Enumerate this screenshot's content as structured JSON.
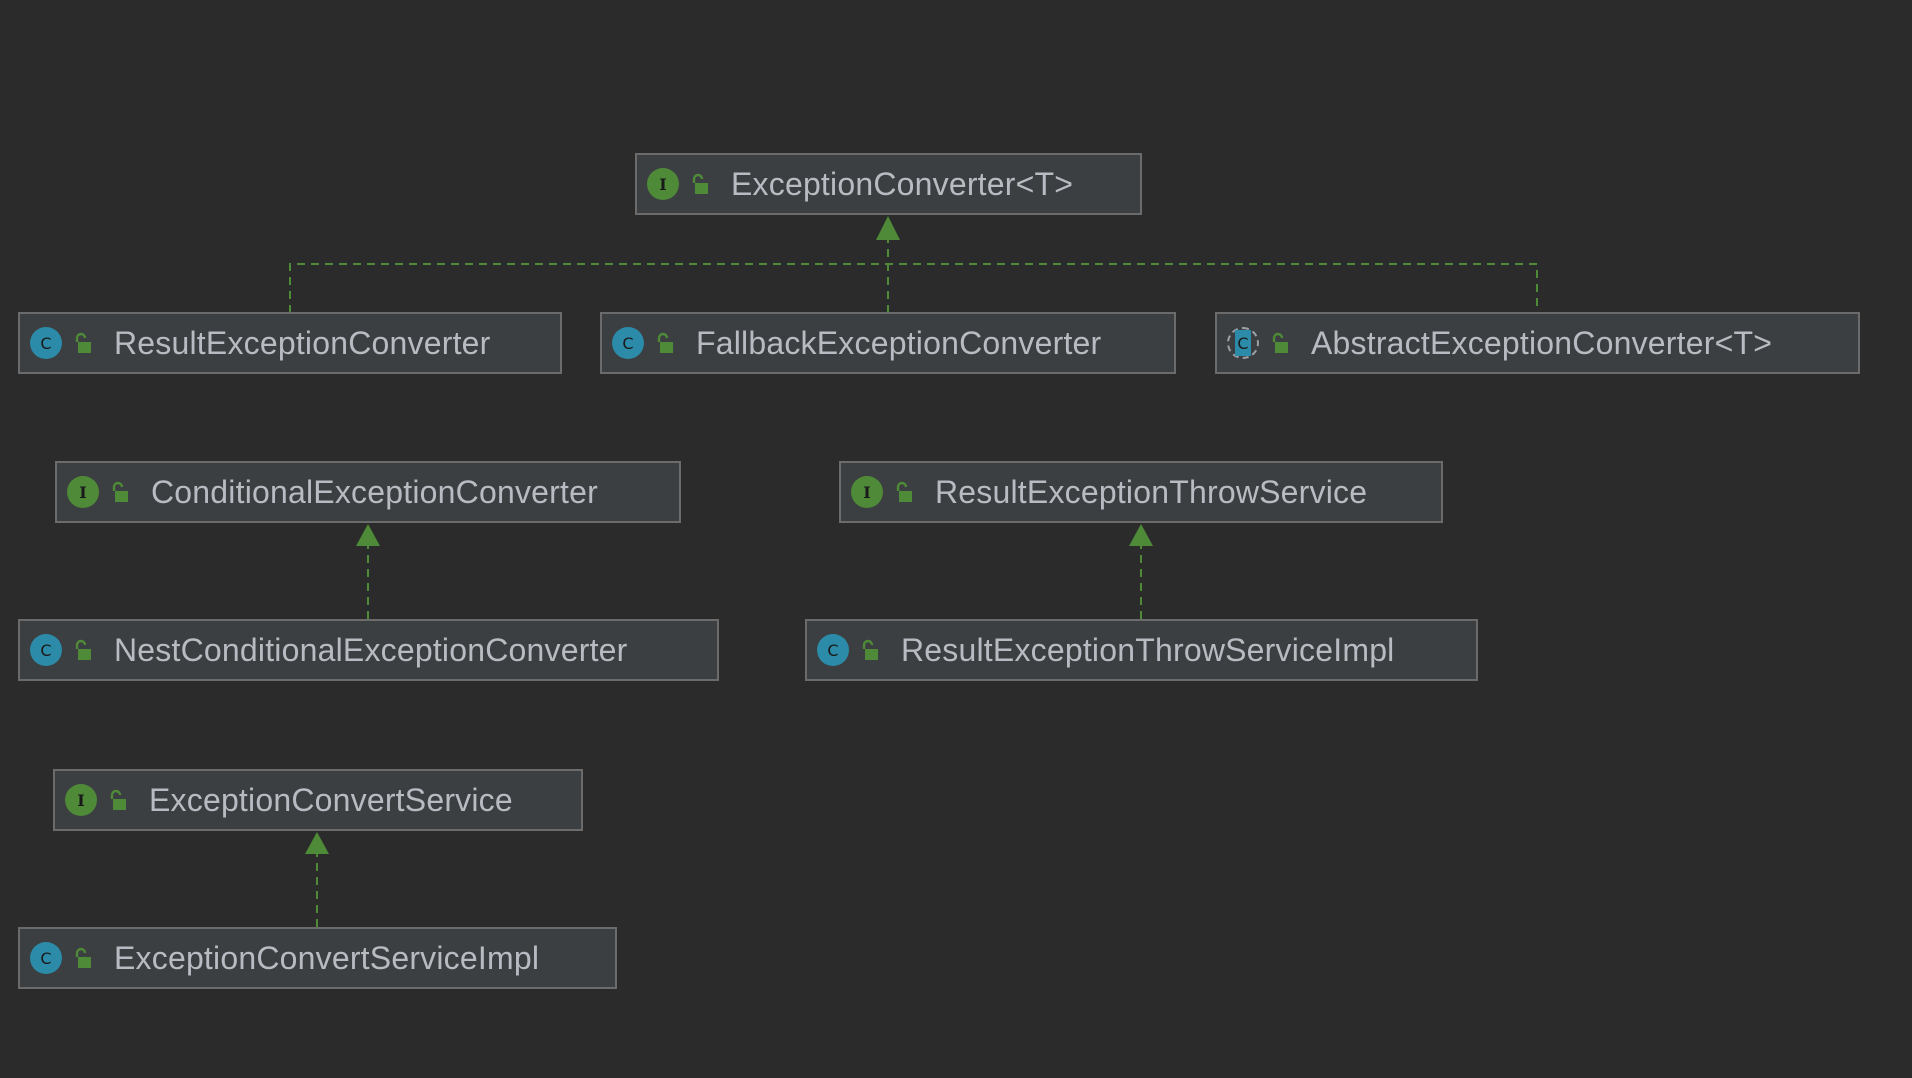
{
  "diagram": {
    "colors": {
      "background": "#2b2b2b",
      "node_fill": "#3c3f41",
      "node_border": "#6b6b6b",
      "text": "#b8bcc2",
      "edge": "#4e8a38",
      "interface_badge": "#4e8a38",
      "class_badge": "#2c8ba8"
    },
    "nodes": {
      "exception_converter": {
        "name": "ExceptionConverter<T>",
        "kind": "interface",
        "kind_letter": "I",
        "visibility": "public"
      },
      "result_exception_converter": {
        "name": "ResultExceptionConverter",
        "kind": "class",
        "kind_letter": "C",
        "visibility": "public"
      },
      "fallback_exception_converter": {
        "name": "FallbackExceptionConverter",
        "kind": "class",
        "kind_letter": "C",
        "visibility": "public"
      },
      "abstract_exception_converter": {
        "name": "AbstractExceptionConverter<T>",
        "kind": "abstract",
        "kind_letter": "C",
        "visibility": "public"
      },
      "conditional_exception_converter": {
        "name": "ConditionalExceptionConverter",
        "kind": "interface",
        "kind_letter": "I",
        "visibility": "public"
      },
      "result_exception_throw_service": {
        "name": "ResultExceptionThrowService",
        "kind": "interface",
        "kind_letter": "I",
        "visibility": "public"
      },
      "nest_conditional_exception_converter": {
        "name": "NestConditionalExceptionConverter",
        "kind": "class",
        "kind_letter": "C",
        "visibility": "public"
      },
      "result_exception_throw_service_impl": {
        "name": "ResultExceptionThrowServiceImpl",
        "kind": "class",
        "kind_letter": "C",
        "visibility": "public"
      },
      "exception_convert_service": {
        "name": "ExceptionConvertService",
        "kind": "interface",
        "kind_letter": "I",
        "visibility": "public"
      },
      "exception_convert_service_impl": {
        "name": "ExceptionConvertServiceImpl",
        "kind": "class",
        "kind_letter": "C",
        "visibility": "public"
      }
    },
    "edges": [
      {
        "from": "result_exception_converter",
        "to": "exception_converter",
        "type": "implements"
      },
      {
        "from": "fallback_exception_converter",
        "to": "exception_converter",
        "type": "implements"
      },
      {
        "from": "abstract_exception_converter",
        "to": "exception_converter",
        "type": "implements"
      },
      {
        "from": "nest_conditional_exception_converter",
        "to": "conditional_exception_converter",
        "type": "implements"
      },
      {
        "from": "result_exception_throw_service_impl",
        "to": "result_exception_throw_service",
        "type": "implements"
      },
      {
        "from": "exception_convert_service_impl",
        "to": "exception_convert_service",
        "type": "implements"
      }
    ]
  }
}
